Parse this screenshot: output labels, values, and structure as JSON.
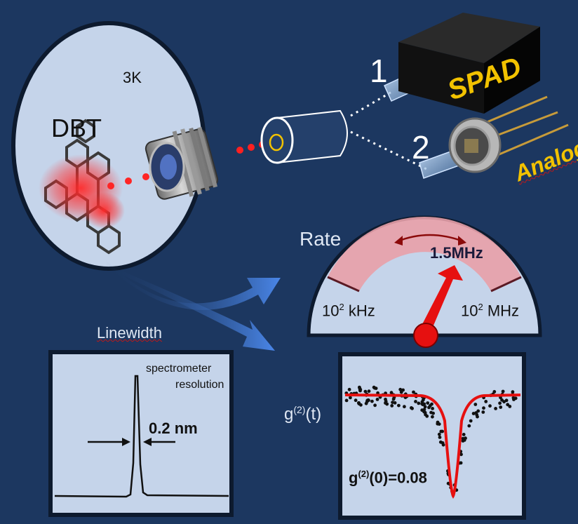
{
  "cryostat": {
    "temperature": "3K",
    "molecule": "DBT"
  },
  "detectors": {
    "spad": {
      "number": "1",
      "label": "SPAD"
    },
    "analog": {
      "number": "2",
      "label": "Analog"
    }
  },
  "rate_meter": {
    "title": "Rate",
    "value": "1.5MHz",
    "min_base": "10",
    "min_exp": "2",
    "min_unit": "kHz",
    "max_base": "10",
    "max_exp": "2",
    "max_unit": "MHz"
  },
  "linewidth": {
    "title": "Linewidth",
    "note_line1": "spectrometer",
    "note_line2": "resolution",
    "value": "0.2 nm"
  },
  "g2": {
    "axis_base": "g",
    "axis_sup": "(2)",
    "axis_rest": "(t)",
    "result_base": "g",
    "result_sup": "(2)",
    "result_rest": "(0)=0.08"
  },
  "colors": {
    "background": "#1c3760",
    "panel": "#c5d4ea",
    "laser": "#ff2020",
    "gauge_band": "#e8a0a8",
    "spad_text": "#f2c200"
  }
}
